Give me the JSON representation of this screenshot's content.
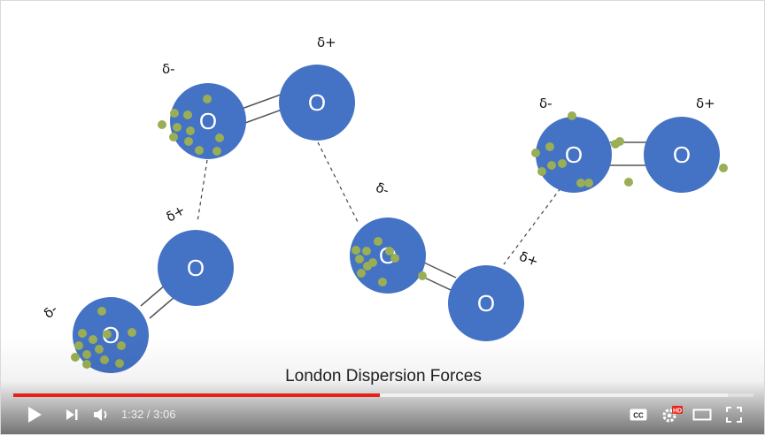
{
  "slide": {
    "caption": "London Dispersion Forces",
    "atom_symbol": "O",
    "delta_minus": "δ-",
    "delta_plus": "δ+"
  },
  "player": {
    "current_time": "1:32",
    "duration": "3:06",
    "time_separator": " / ",
    "progress_played_fraction": 0.495,
    "progress_loaded_fraction": 0.965,
    "hd_badge": "HD",
    "cc_label": "CC"
  },
  "colors": {
    "atom_blue": "#4472c4",
    "electron_green": "#9aae55",
    "progress_red": "#e62117"
  },
  "icons": [
    "play-icon",
    "next-icon",
    "volume-icon",
    "captions-icon",
    "settings-icon",
    "theater-icon",
    "fullscreen-icon"
  ]
}
